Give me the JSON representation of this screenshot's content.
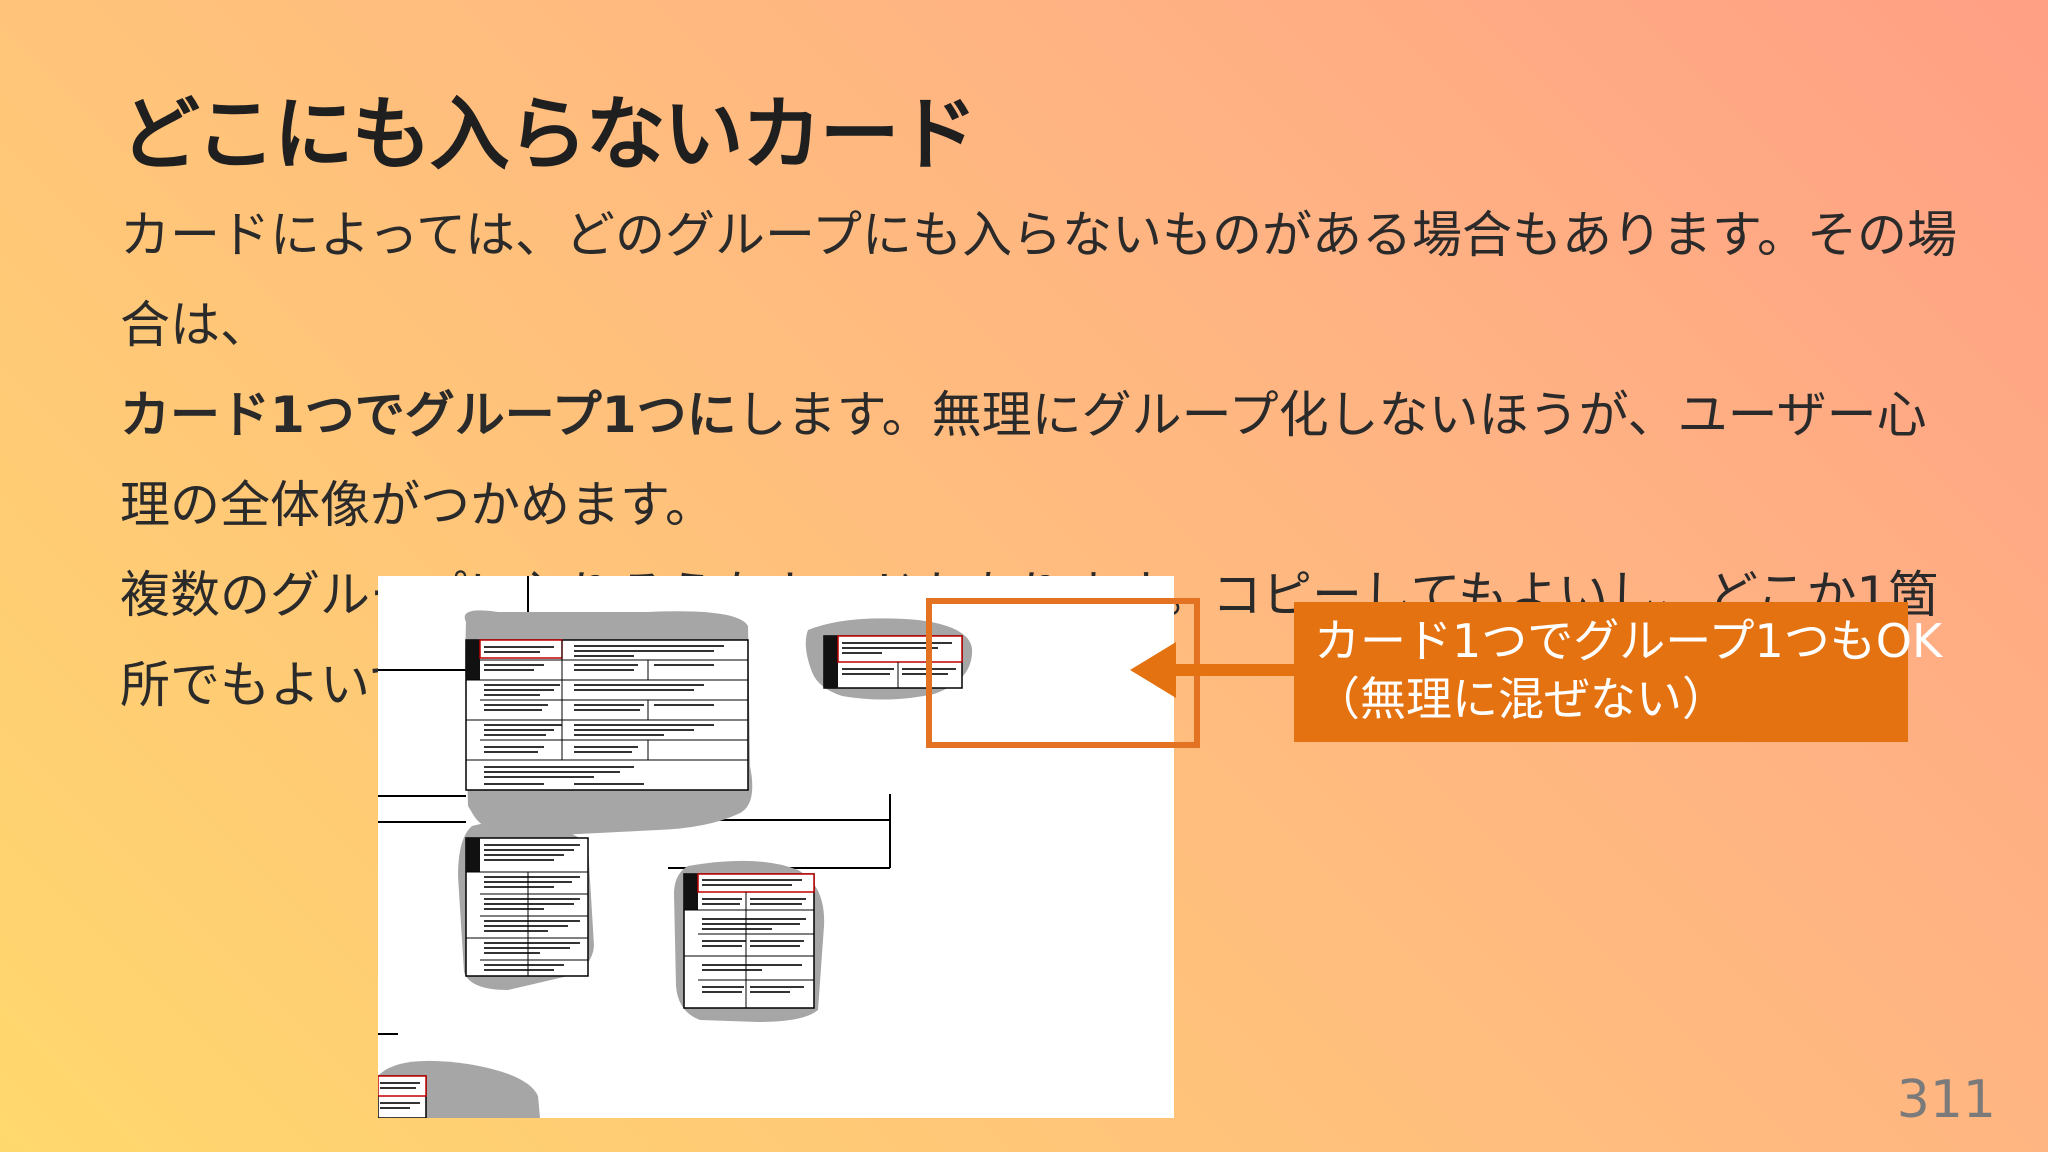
{
  "slide": {
    "title": "どこにも入らないカード",
    "paragraph1_part1": "カードによっては、どのグループにも入らないものがある場合もあります。その場合は、",
    "paragraph1_bold": "カード1つでグループ1つに",
    "paragraph1_part2": "します。無理にグループ化しないほうが、ユーザー心理の全体像がつかめます。",
    "paragraph2": "複数のグループに入りそうなカードもあります。コピーしてもよいし、どこか1箇所でもよいです。",
    "callout_line1": "カード1つでグループ1つもOK",
    "callout_line2": "（無理に混ぜない）",
    "page_number": "311",
    "accent_color": "#e47211"
  }
}
